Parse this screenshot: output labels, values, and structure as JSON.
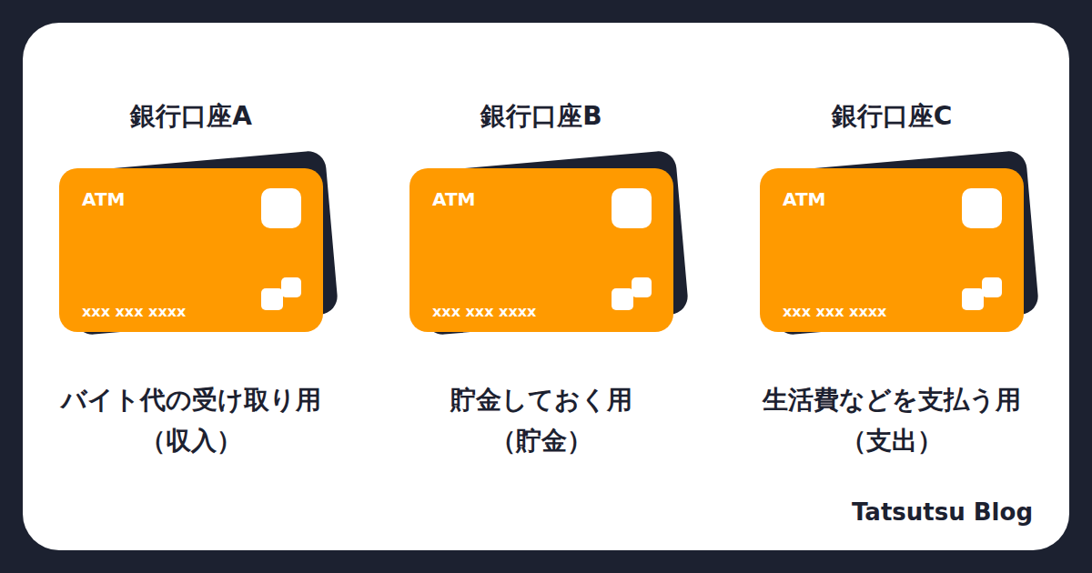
{
  "diagram": {
    "nodes": [
      {
        "text": [
          "銀行口座A",
          "ATM",
          "xxx xxx xxxx",
          "バイト代の受け取り用",
          "（収入）"
        ]
      },
      {
        "text": [
          "銀行口座B",
          "ATM",
          "xxx xxx xxxx",
          "貯金しておく用",
          "（貯金）"
        ]
      },
      {
        "text": [
          "銀行口座C",
          "ATM",
          "xxx xxx xxxx",
          "生活費などを支払う用",
          "（支出）"
        ]
      }
    ],
    "labels": [
      "Tatsutsu Blog"
    ]
  }
}
